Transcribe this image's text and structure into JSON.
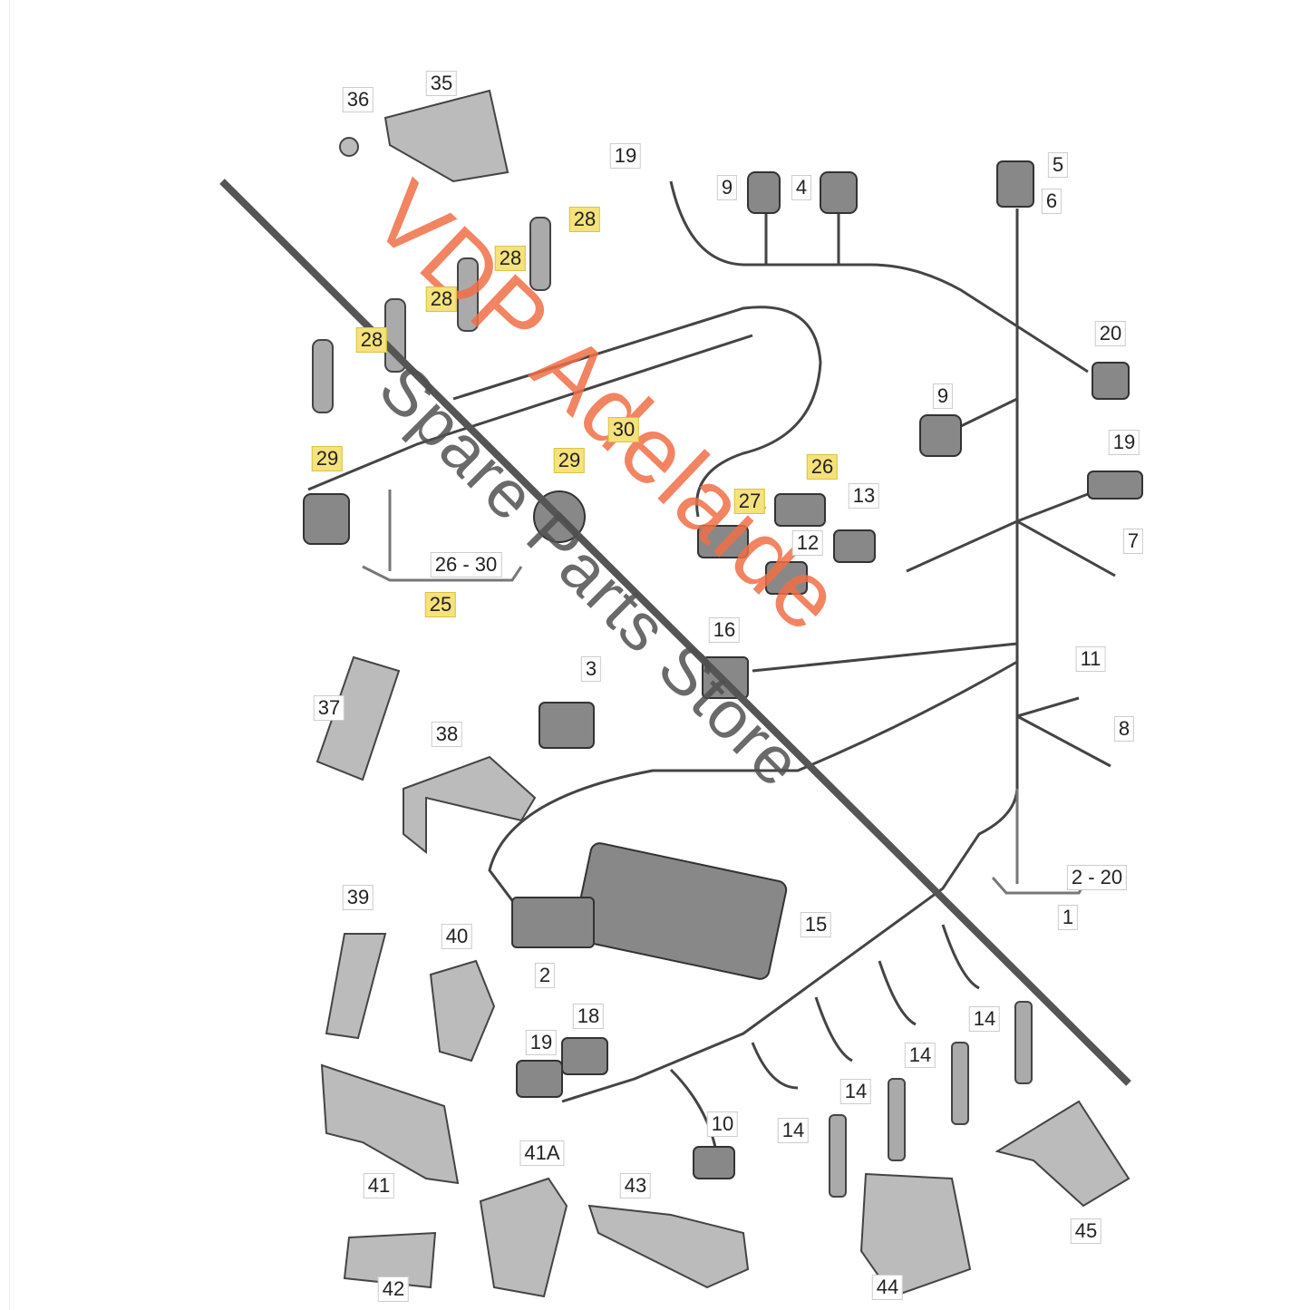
{
  "watermark": {
    "brand": "VDP Adelaide",
    "subtitle": "Spare Parts Store"
  },
  "labels": [
    {
      "text": "36",
      "hl": false
    },
    {
      "text": "35",
      "hl": false
    },
    {
      "text": "19",
      "hl": false
    },
    {
      "text": "9",
      "hl": false
    },
    {
      "text": "4",
      "hl": false
    },
    {
      "text": "5",
      "hl": false
    },
    {
      "text": "6",
      "hl": false
    },
    {
      "text": "28",
      "hl": true
    },
    {
      "text": "28",
      "hl": true
    },
    {
      "text": "28",
      "hl": true
    },
    {
      "text": "28",
      "hl": true
    },
    {
      "text": "20",
      "hl": false
    },
    {
      "text": "9",
      "hl": false
    },
    {
      "text": "30",
      "hl": true
    },
    {
      "text": "29",
      "hl": true
    },
    {
      "text": "29",
      "hl": true
    },
    {
      "text": "26",
      "hl": true
    },
    {
      "text": "19",
      "hl": false
    },
    {
      "text": "13",
      "hl": false
    },
    {
      "text": "27",
      "hl": true
    },
    {
      "text": "12",
      "hl": false
    },
    {
      "text": "7",
      "hl": false
    },
    {
      "text": "26 - 30",
      "hl": false
    },
    {
      "text": "25",
      "hl": true
    },
    {
      "text": "16",
      "hl": false
    },
    {
      "text": "3",
      "hl": false
    },
    {
      "text": "11",
      "hl": false
    },
    {
      "text": "37",
      "hl": false
    },
    {
      "text": "38",
      "hl": false
    },
    {
      "text": "8",
      "hl": false
    },
    {
      "text": "2 - 20",
      "hl": false
    },
    {
      "text": "1",
      "hl": false
    },
    {
      "text": "39",
      "hl": false
    },
    {
      "text": "15",
      "hl": false
    },
    {
      "text": "40",
      "hl": false
    },
    {
      "text": "2",
      "hl": false
    },
    {
      "text": "14",
      "hl": false
    },
    {
      "text": "18",
      "hl": false
    },
    {
      "text": "19",
      "hl": false
    },
    {
      "text": "14",
      "hl": false
    },
    {
      "text": "14",
      "hl": false
    },
    {
      "text": "14",
      "hl": false
    },
    {
      "text": "10",
      "hl": false
    },
    {
      "text": "41A",
      "hl": false
    },
    {
      "text": "43",
      "hl": false
    },
    {
      "text": "41",
      "hl": false
    },
    {
      "text": "45",
      "hl": false
    },
    {
      "text": "42",
      "hl": false
    },
    {
      "text": "44",
      "hl": false
    }
  ]
}
